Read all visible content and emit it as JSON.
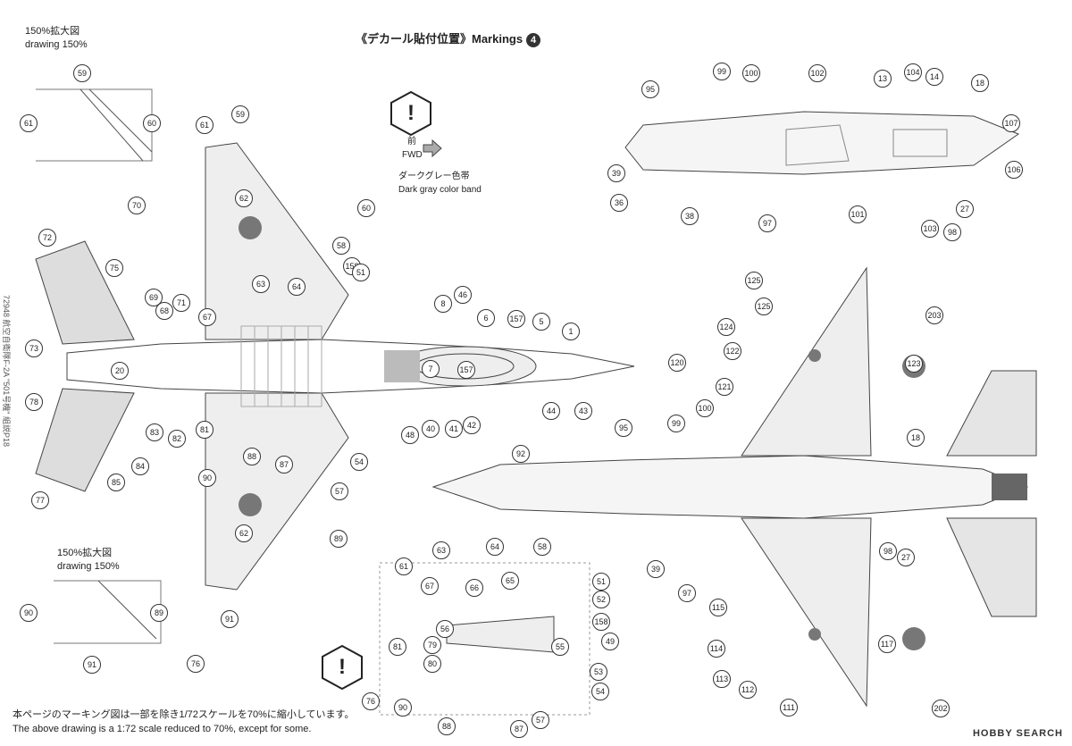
{
  "header": {
    "title": "《デカール貼付位置》Markings",
    "step_number": "4"
  },
  "enlarge": {
    "top": {
      "jp": "150%拡大図",
      "en": "drawing 150%"
    },
    "bottom": {
      "jp": "150%拡大図",
      "en": "drawing 150%"
    }
  },
  "forward": {
    "jp": "前",
    "en": "FWD"
  },
  "band": {
    "jp": "ダークグレー色帯",
    "en": "Dark gray color band"
  },
  "side_text": "72948 航空自衛隊F-2A \"501号機\" 組説P18",
  "footer": {
    "jp": "本ページのマーキング図は一部を除き1/72スケールを70%に縮小しています。",
    "en": "The above drawing is a 1:72 scale reduced to 70%, except for some."
  },
  "watermark": "HOBBY SEARCH",
  "callouts": [
    {
      "n": "59"
    },
    {
      "n": "61"
    },
    {
      "n": "60"
    },
    {
      "n": "61"
    },
    {
      "n": "59"
    },
    {
      "n": "62"
    },
    {
      "n": "60"
    },
    {
      "n": "70"
    },
    {
      "n": "72"
    },
    {
      "n": "75"
    },
    {
      "n": "58"
    },
    {
      "n": "158"
    },
    {
      "n": "51"
    },
    {
      "n": "63"
    },
    {
      "n": "64"
    },
    {
      "n": "69"
    },
    {
      "n": "71"
    },
    {
      "n": "68"
    },
    {
      "n": "67"
    },
    {
      "n": "8"
    },
    {
      "n": "46"
    },
    {
      "n": "6"
    },
    {
      "n": "157"
    },
    {
      "n": "5"
    },
    {
      "n": "1"
    },
    {
      "n": "73"
    },
    {
      "n": "20"
    },
    {
      "n": "7"
    },
    {
      "n": "157"
    },
    {
      "n": "78"
    },
    {
      "n": "81"
    },
    {
      "n": "83"
    },
    {
      "n": "82"
    },
    {
      "n": "84"
    },
    {
      "n": "88"
    },
    {
      "n": "87"
    },
    {
      "n": "48"
    },
    {
      "n": "40"
    },
    {
      "n": "41"
    },
    {
      "n": "42"
    },
    {
      "n": "44"
    },
    {
      "n": "43"
    },
    {
      "n": "54"
    },
    {
      "n": "85"
    },
    {
      "n": "77"
    },
    {
      "n": "90"
    },
    {
      "n": "57"
    },
    {
      "n": "62"
    },
    {
      "n": "89"
    },
    {
      "n": "91"
    },
    {
      "n": "76"
    },
    {
      "n": "89"
    },
    {
      "n": "90"
    },
    {
      "n": "91"
    },
    {
      "n": "95"
    },
    {
      "n": "99"
    },
    {
      "n": "100"
    },
    {
      "n": "102"
    },
    {
      "n": "13"
    },
    {
      "n": "104"
    },
    {
      "n": "14"
    },
    {
      "n": "18"
    },
    {
      "n": "107"
    },
    {
      "n": "39"
    },
    {
      "n": "36"
    },
    {
      "n": "38"
    },
    {
      "n": "97"
    },
    {
      "n": "101"
    },
    {
      "n": "103"
    },
    {
      "n": "98"
    },
    {
      "n": "27"
    },
    {
      "n": "106"
    },
    {
      "n": "125"
    },
    {
      "n": "125"
    },
    {
      "n": "124"
    },
    {
      "n": "122"
    },
    {
      "n": "120"
    },
    {
      "n": "121"
    },
    {
      "n": "203"
    },
    {
      "n": "123"
    },
    {
      "n": "95"
    },
    {
      "n": "92"
    },
    {
      "n": "99"
    },
    {
      "n": "100"
    },
    {
      "n": "18"
    },
    {
      "n": "39"
    },
    {
      "n": "97"
    },
    {
      "n": "98"
    },
    {
      "n": "27"
    },
    {
      "n": "115"
    },
    {
      "n": "114"
    },
    {
      "n": "117"
    },
    {
      "n": "113"
    },
    {
      "n": "112"
    },
    {
      "n": "111"
    },
    {
      "n": "202"
    },
    {
      "n": "63"
    },
    {
      "n": "64"
    },
    {
      "n": "58"
    },
    {
      "n": "61"
    },
    {
      "n": "65"
    },
    {
      "n": "51"
    },
    {
      "n": "67"
    },
    {
      "n": "66"
    },
    {
      "n": "52"
    },
    {
      "n": "158"
    },
    {
      "n": "56"
    },
    {
      "n": "55"
    },
    {
      "n": "49"
    },
    {
      "n": "81"
    },
    {
      "n": "79"
    },
    {
      "n": "80"
    },
    {
      "n": "53"
    },
    {
      "n": "54"
    },
    {
      "n": "76"
    },
    {
      "n": "90"
    },
    {
      "n": "88"
    },
    {
      "n": "87"
    },
    {
      "n": "57"
    }
  ]
}
